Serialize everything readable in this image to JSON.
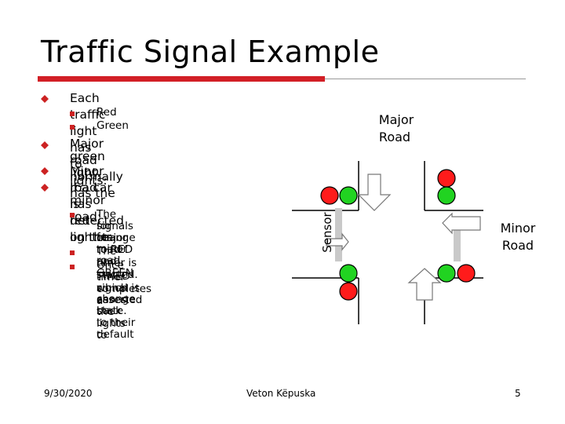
{
  "slide": {
    "title": "Traffic Signal Example",
    "bullets": [
      {
        "text": "Each traffic light has to lights:"
      },
      {
        "text": "Red"
      },
      {
        "text": "Green"
      },
      {
        "line1": "Major road normally has the",
        "line2": "green light."
      },
      {
        "text": "Minor road has red light."
      },
      {
        "line1": "If a car is detected on the",
        "line2": "minor road:"
      },
      {
        "lines": [
          "The signals change to RED",
          "for major road and GREEN",
          "for minor road."
        ]
      },
      {
        "text": "The timer is started."
      },
      {
        "lines": [
          "Once timer completes a",
          "TIMED signal is asserted",
          "which cases the lights to",
          "change back to their default",
          "state."
        ]
      }
    ]
  },
  "diagram": {
    "major_road_label": [
      "Major",
      "Road"
    ],
    "minor_road_label": [
      "Minor",
      "Road"
    ],
    "sensor_label": "Sensor"
  },
  "footer": {
    "date": "9/30/2020",
    "author": "Veton Këpuska",
    "page": "5"
  },
  "colors": {
    "accent_bar": "#d21f26",
    "light_red": "#ff1b1b",
    "light_green": "#21d321",
    "bullet": "#c22"
  }
}
